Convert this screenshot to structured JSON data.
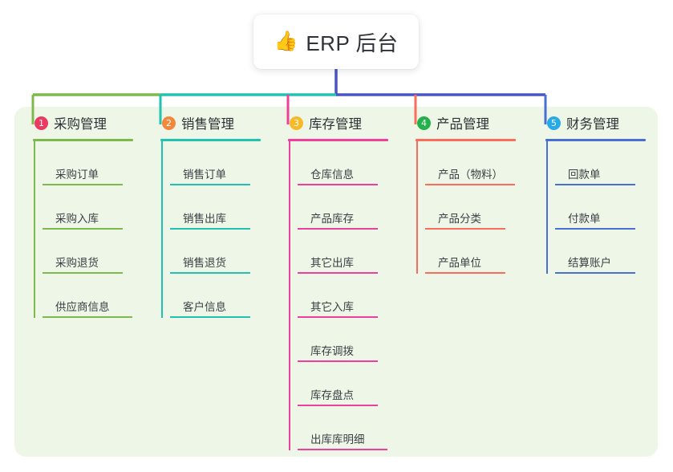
{
  "title": {
    "icon": "thumbs-up-emoji",
    "emoji": "👍",
    "text": "ERP 后台"
  },
  "theme": {
    "panel_bg": "#eef7e7",
    "card_bg": "#ffffff",
    "title_text_color": "#2f3337",
    "leaf_text_color": "#3b3f44",
    "stem_color": "#4a55c4"
  },
  "columns": [
    {
      "number": "1",
      "title": "采购管理",
      "badge_color": "#ea3a62",
      "line_color": "#7dba4b",
      "leaves": [
        "采购订单",
        "采购入库",
        "采购退货",
        "供应商信息"
      ]
    },
    {
      "number": "2",
      "title": "销售管理",
      "badge_color": "#f4883a",
      "line_color": "#22c2b0",
      "leaves": [
        "销售订单",
        "销售出库",
        "销售退货",
        "客户信息"
      ]
    },
    {
      "number": "3",
      "title": "库存管理",
      "badge_color": "#f7b928",
      "line_color": "#ef3f9a",
      "leaves": [
        "仓库信息",
        "产品库存",
        "其它出库",
        "其它入库",
        "库存调拨",
        "库存盘点",
        "出库库明细"
      ]
    },
    {
      "number": "4",
      "title": "产品管理",
      "badge_color": "#23b14c",
      "line_color": "#fa6d5c",
      "leaves": [
        "产品（物料）",
        "产品分类",
        "产品单位"
      ]
    },
    {
      "number": "5",
      "title": "财务管理",
      "badge_color": "#28a9e8",
      "line_color": "#4a6fd4",
      "leaves": [
        "回款单",
        "付款单",
        "结算账户"
      ]
    }
  ]
}
